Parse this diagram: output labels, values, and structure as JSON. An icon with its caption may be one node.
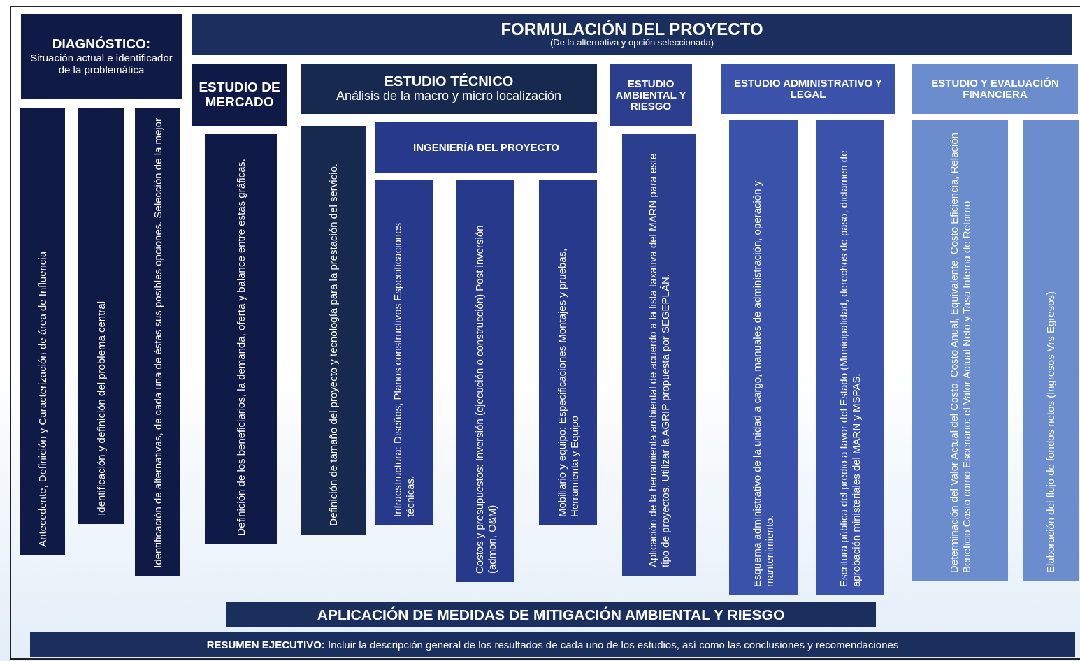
{
  "diagram": {
    "nodes": [
      {
        "text": [
          "DIAGNÓSTICO:",
          "Situación actual e identificador de la problemática"
        ]
      },
      {
        "text": [
          "FORMULACIÓN DEL PROYECTO",
          "(De la alternativa y opción seleccionada)"
        ]
      },
      {
        "text": [
          "ESTUDIO DE MERCADO"
        ]
      },
      {
        "text": [
          "ESTUDIO TÉCNICO",
          "Análisis de la macro y micro localización"
        ]
      },
      {
        "text": [
          "ESTUDIO AMBIENTAL Y RIESGO"
        ]
      },
      {
        "text": [
          "ESTUDIO ADMINISTRATIVO Y LEGAL"
        ]
      },
      {
        "text": [
          "ESTUDIO Y EVALUACIÓN FINANCIERA"
        ]
      },
      {
        "text": [
          "Antecedente, Definición y Caracterización de área de Influencia"
        ]
      },
      {
        "text": [
          "Identificación y definición del problema central"
        ]
      },
      {
        "text": [
          "Identificación de alternativas, de cada una de éstas sus posibles opciones. Selección de la mejor"
        ]
      },
      {
        "text": [
          "Definición de los beneficiarios, la demanda, oferta y balance entre estas gráficas."
        ]
      },
      {
        "text": [
          "Definición de tamaño del proyecto y tecnología para la prestación del servicio."
        ]
      },
      {
        "text": [
          "INGENIERÍA DEL PROYECTO"
        ]
      },
      {
        "text": [
          "Infraestructura: Diseños, Planos constructivos Especificaciones técnicas."
        ]
      },
      {
        "text": [
          "Costos y presupuestos: Inversión (ejecución o construcción) Post inversión (admon, O&M)"
        ]
      },
      {
        "text": [
          "Mobiliario y equipo: Especificaciones Montajes y pruebas, Herramienta y Equipo"
        ]
      },
      {
        "text": [
          "Aplicación de la herramienta ambiental de acuerdo a la lista taxativa del MARN para este tipo de proyectos. Utilizar la AGRIP propuesta por SEGEPLÁN."
        ]
      },
      {
        "text": [
          "Esquema administrativo de la unidad a cargo, manuales de administración, operación y mantenimiento."
        ]
      },
      {
        "text": [
          "Escritura pública del predio a favor del Estado (Municipalidad, derechos de paso, dictamen de aprobación ministeriales del MARN y MSPAS."
        ]
      },
      {
        "text": [
          "Determinación del Valor Actual del Costo, Costo Anual, Equivalente, Costo Eficiencia, Relación Beneficio Costo como Escenario: el Valor Actual Neto y Tasa Interna de Retorno"
        ]
      },
      {
        "text": [
          "Elaboración del flujo de fondos netos (Ingresos Vrs Egresos)"
        ]
      },
      {
        "text": [
          "APLICACIÓN DE MEDIDAS DE MITIGACIÓN AMBIENTAL Y RIESGO"
        ]
      },
      {
        "text": [
          "**RESUMEN EJECUTIVO:** Incluir la descripción general de los resultados de cada uno de los estudios, así como las conclusiones y recomendaciones"
        ]
      }
    ]
  }
}
